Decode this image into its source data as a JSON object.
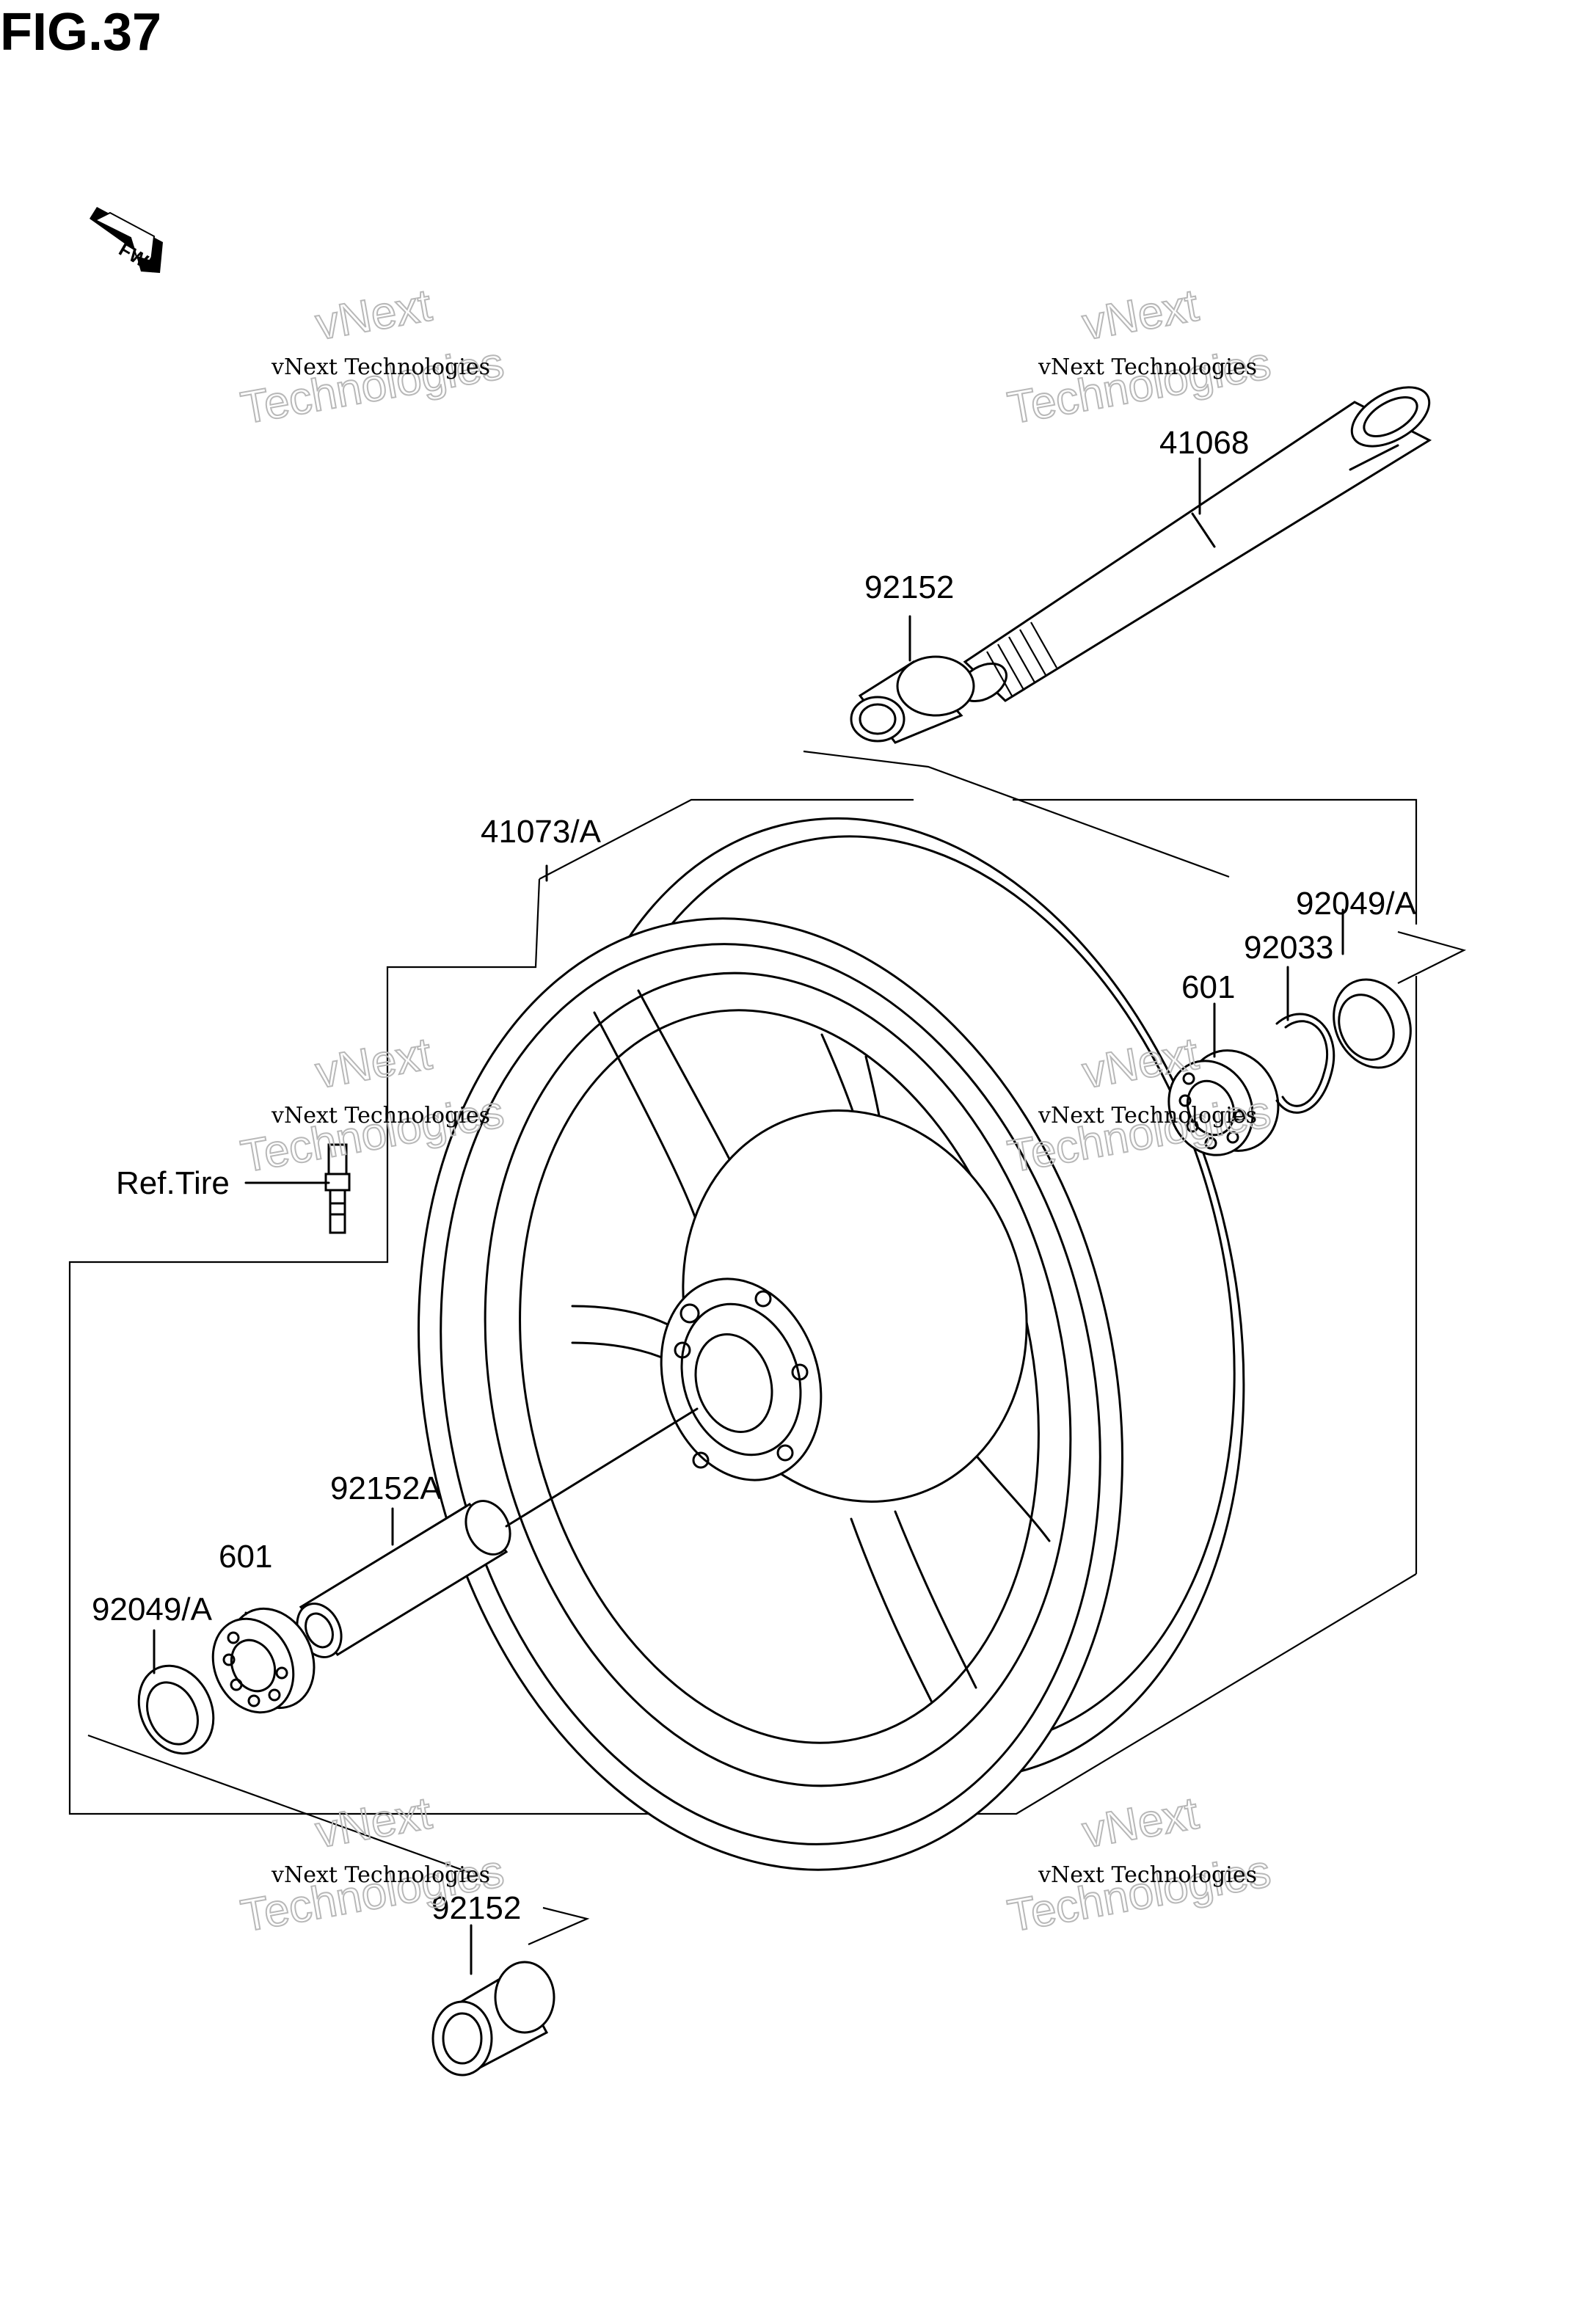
{
  "figure": {
    "title": "FIG.37",
    "direction_badge": "FWD"
  },
  "watermark": {
    "line1": "vNext Technologies",
    "line2a": "vNext",
    "line2b": "Technologies"
  },
  "parts": [
    {
      "id": "axle",
      "label": "41068"
    },
    {
      "id": "collar-upper",
      "label": "92152"
    },
    {
      "id": "wheel",
      "label": "41073/A"
    },
    {
      "id": "seal-right",
      "label": "92049/A"
    },
    {
      "id": "circlip",
      "label": "92033"
    },
    {
      "id": "bearing-right",
      "label": "601"
    },
    {
      "id": "valve",
      "label": "Ref.Tire"
    },
    {
      "id": "spacer",
      "label": "92152A"
    },
    {
      "id": "bearing-left",
      "label": "601"
    },
    {
      "id": "seal-left",
      "label": "92049/A"
    },
    {
      "id": "collar-lower",
      "label": "92152"
    }
  ],
  "icons": {
    "fwd_arrow": "forward-arrow-icon"
  }
}
